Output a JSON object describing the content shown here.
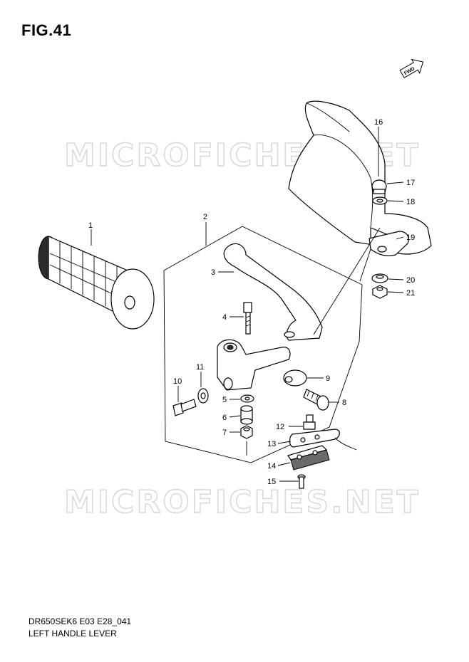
{
  "figure_title": "FIG.41",
  "watermark_text": "MICROFICHES.NET",
  "direction_label": "FWD",
  "footer": {
    "code": "DR650SEK6 E03 E28_041",
    "name": "LEFT HANDLE LEVER"
  },
  "callouts": [
    {
      "id": "1",
      "part": "grip"
    },
    {
      "id": "2",
      "part": "lever-assembly"
    },
    {
      "id": "3",
      "part": "lever"
    },
    {
      "id": "4",
      "part": "pivot-bolt"
    },
    {
      "id": "5",
      "part": "washer"
    },
    {
      "id": "6",
      "part": "spacer"
    },
    {
      "id": "7",
      "part": "nut"
    },
    {
      "id": "8",
      "part": "adjuster"
    },
    {
      "id": "9",
      "part": "adjuster-wheel"
    },
    {
      "id": "10",
      "part": "clamp-bolt"
    },
    {
      "id": "11",
      "part": "clamp-washer"
    },
    {
      "id": "12",
      "part": "switch"
    },
    {
      "id": "13",
      "part": "plate"
    },
    {
      "id": "14",
      "part": "holder"
    },
    {
      "id": "15",
      "part": "screw"
    },
    {
      "id": "16",
      "part": "hand-guard"
    },
    {
      "id": "17",
      "part": "cap-nut"
    },
    {
      "id": "18",
      "part": "guard-washer"
    },
    {
      "id": "19",
      "part": "bracket"
    },
    {
      "id": "20",
      "part": "guard-nut"
    },
    {
      "id": "21",
      "part": "lock-nut"
    }
  ]
}
